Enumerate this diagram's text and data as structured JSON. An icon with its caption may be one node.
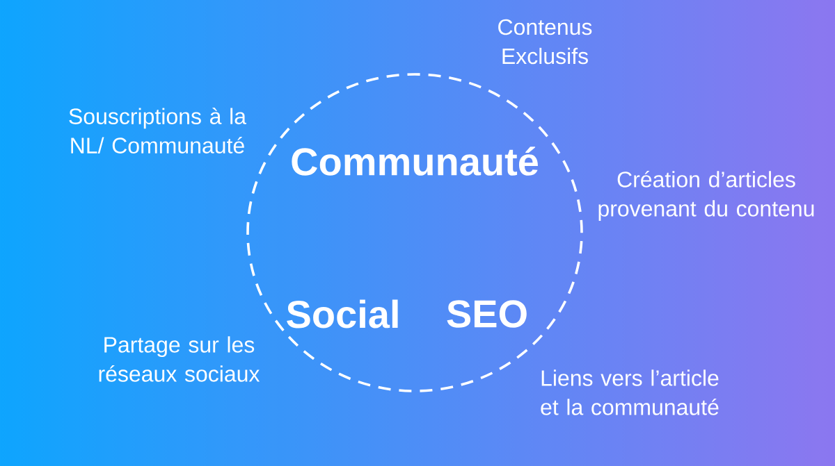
{
  "diagram": {
    "nodes": [
      {
        "text": [
          "Communauté",
          "Social",
          "SEO"
        ]
      }
    ],
    "labels": [
      "Contenus Exclusifs",
      "Souscriptions à la NL/ Communauté",
      "Création d’articles provenant du contenu",
      "Partage sur les réseaux sociaux",
      "Liens vers l’article et la communauté"
    ]
  }
}
